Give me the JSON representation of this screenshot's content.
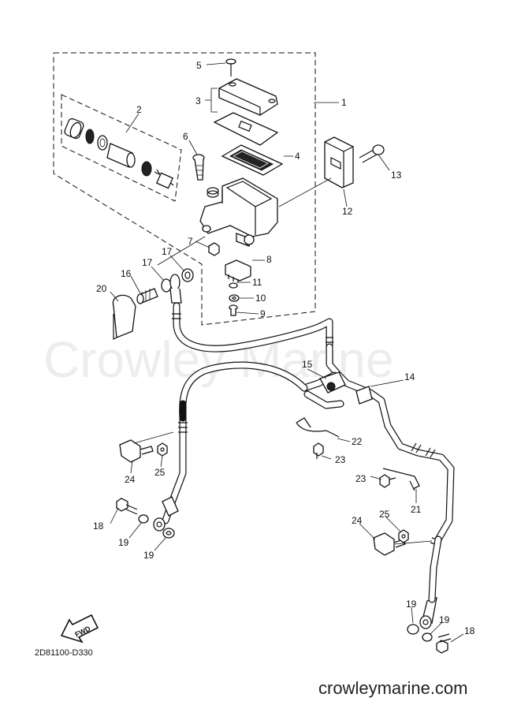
{
  "watermark": "Crowley Marine",
  "diagram_code": "2D81100-D330",
  "website": "crowleymarine.com",
  "fwd_label": "FWD",
  "callouts": {
    "c1": "1",
    "c2": "2",
    "c3": "3",
    "c4": "4",
    "c5": "5",
    "c6": "6",
    "c7": "7",
    "c8": "8",
    "c9": "9",
    "c10": "10",
    "c11": "11",
    "c12": "12",
    "c13": "13",
    "c14": "14",
    "c15": "15",
    "c16": "16",
    "c17a": "17",
    "c17b": "17",
    "c18a": "18",
    "c18b": "18",
    "c19a": "19",
    "c19b": "19",
    "c19c": "19",
    "c19d": "19",
    "c20": "20",
    "c21": "21",
    "c22": "22",
    "c23a": "23",
    "c23b": "23",
    "c24a": "24",
    "c24b": "24",
    "c25a": "25",
    "c25b": "25"
  }
}
